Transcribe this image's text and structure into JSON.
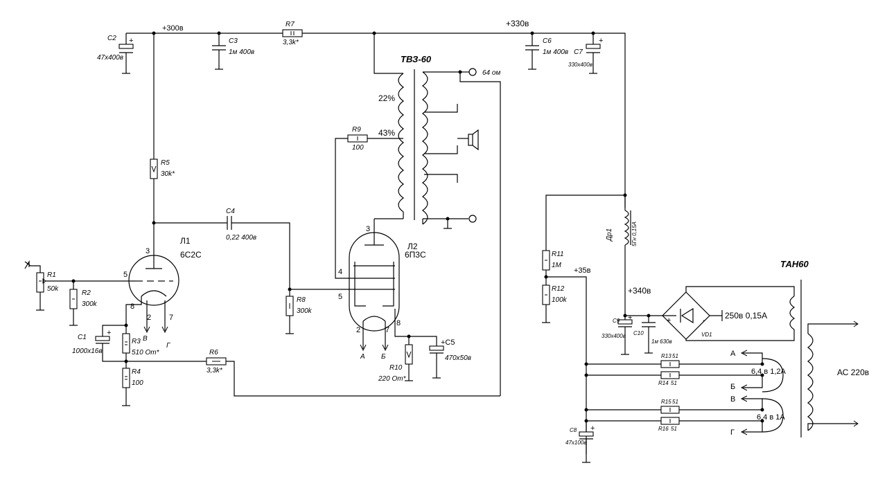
{
  "labels": {
    "v300": "+300в",
    "v330": "+330в",
    "v340": "+340в",
    "v35": "+35в",
    "c2": "C2",
    "c2v": "47x400в",
    "c3": "C3",
    "c3v": "1м 400в",
    "r7": "R7",
    "r7v": "3,3k*",
    "tvz": "ТВЗ-60",
    "ohm64": "64 ом",
    "c6": "C6",
    "c6v": "1м 400в",
    "c7": "C7",
    "c7v": "330x400в",
    "p22": "22%",
    "p43": "43%",
    "r9": "R9",
    "r9v": "100",
    "r5": "R5",
    "r5v": "30k*",
    "c4": "C4",
    "c4v": "0,22 400в",
    "l1": "Л1",
    "l1t": "6С2С",
    "l2": "Л2",
    "l2t": "6П3С",
    "r1": "R1",
    "r1v": "50k",
    "r2": "R2",
    "r2v": "300k",
    "r8": "R8",
    "r8v": "300k",
    "c1": "C1",
    "c1v": "1000x16в",
    "r3": "R3",
    "r3v": "510 От*",
    "r4": "R4",
    "r4v": "100",
    "r6": "R6",
    "r6v": "3,3k*",
    "r10": "R10",
    "r10v": "220 От*",
    "c5": "+C5",
    "c5v": "470x50в",
    "pin3a": "3",
    "pin5a": "5",
    "pin8a": "8",
    "pin2a": "2",
    "pin7a": "7",
    "pin3b": "3",
    "pin4b": "4",
    "pin5b": "5",
    "pin2b": "2",
    "pin7b": "7",
    "pin8b": "8",
    "la": "А",
    "lb": "Б",
    "lv": "В",
    "lg": "Г",
    "dr1": "Др1",
    "dr1v": "5Гн 0,15А",
    "r11": "R11",
    "r11v": "1М",
    "r12": "R12",
    "r12v": "100k",
    "tan": "ТАН60",
    "c9": "C9",
    "c9v": "330x400в",
    "c10": "C10",
    "c10v": "1м 630в",
    "vd1": "VD1",
    "sec1": "250в 0,15А",
    "ac": "АС 220в",
    "r13": "R13",
    "r13v": "51",
    "r14": "R14",
    "r14v": "51",
    "r15": "R15",
    "r15v": "51",
    "r16": "R16",
    "r16v": "51",
    "fil1": "6,4 в 1,2А",
    "fil2": "6,4 в 1А",
    "c8": "C8",
    "c8v": "47x100в",
    "ra": "А",
    "rb": "Б",
    "rv": "В",
    "rg": "Г"
  }
}
